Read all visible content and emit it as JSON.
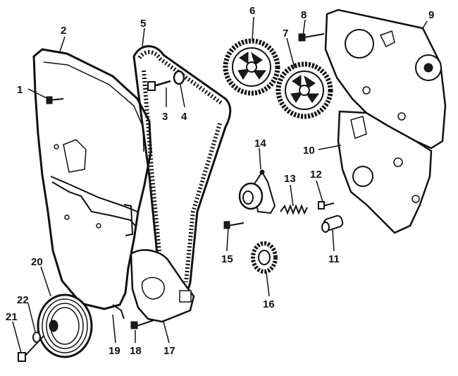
{
  "diagram": {
    "ink_color": "#111111",
    "background": "#ffffff",
    "callouts": [
      {
        "id": "c1",
        "text": "1"
      },
      {
        "id": "c2",
        "text": "2"
      },
      {
        "id": "c3",
        "text": "3"
      },
      {
        "id": "c4",
        "text": "4"
      },
      {
        "id": "c5",
        "text": "5"
      },
      {
        "id": "c6",
        "text": "6"
      },
      {
        "id": "c7",
        "text": "7"
      },
      {
        "id": "c8",
        "text": "8"
      },
      {
        "id": "c9",
        "text": "9"
      },
      {
        "id": "c10",
        "text": "10"
      },
      {
        "id": "c11",
        "text": "11"
      },
      {
        "id": "c12",
        "text": "12"
      },
      {
        "id": "c13",
        "text": "13"
      },
      {
        "id": "c14",
        "text": "14"
      },
      {
        "id": "c15",
        "text": "15"
      },
      {
        "id": "c16",
        "text": "16"
      },
      {
        "id": "c17",
        "text": "17"
      },
      {
        "id": "c18",
        "text": "18"
      },
      {
        "id": "c19",
        "text": "19"
      },
      {
        "id": "c20",
        "text": "20"
      },
      {
        "id": "c21",
        "text": "21"
      },
      {
        "id": "c22",
        "text": "22"
      }
    ]
  }
}
